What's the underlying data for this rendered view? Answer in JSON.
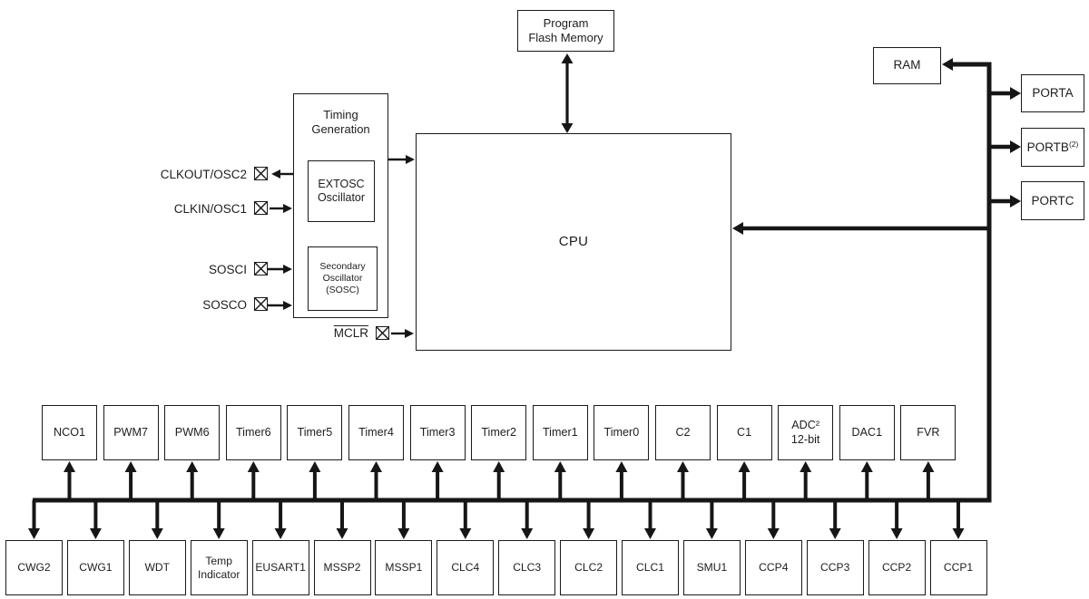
{
  "blocks": {
    "program_flash_memory": {
      "label": "Program Flash Memory",
      "lines": [
        "Program",
        "Flash Memory"
      ]
    },
    "timing_generation": {
      "label": "Timing Generation",
      "lines": [
        "Timing",
        "Generation"
      ]
    },
    "extosc_oscillator": {
      "label": "EXTOSC Oscillator",
      "lines": [
        "EXTOSC",
        "Oscillator"
      ]
    },
    "secondary_oscillator": {
      "label": "Secondary Oscillator (SOSC)",
      "lines": [
        "Secondary",
        "Oscillator",
        "(SOSC)"
      ]
    },
    "cpu": {
      "label": "CPU"
    },
    "ram": {
      "label": "RAM"
    }
  },
  "ports": [
    {
      "label": "PORTA",
      "sup": ""
    },
    {
      "label": "PORTB",
      "sup": "(2)"
    },
    {
      "label": "PORTC",
      "sup": ""
    }
  ],
  "pins": [
    {
      "label": "CLKOUT/OSC2"
    },
    {
      "label": "CLKIN/OSC1"
    },
    {
      "label": "SOSCI"
    },
    {
      "label": "SOSCO"
    },
    {
      "label": "MCLR",
      "overline": true
    }
  ],
  "peripherals": {
    "middle": [
      {
        "label": "NCO1"
      },
      {
        "label": "PWM7"
      },
      {
        "label": "PWM6"
      },
      {
        "label": "Timer6"
      },
      {
        "label": "Timer5"
      },
      {
        "label": "Timer4"
      },
      {
        "label": "Timer3"
      },
      {
        "label": "Timer2"
      },
      {
        "label": "Timer1"
      },
      {
        "label": "Timer0"
      },
      {
        "label": "C2"
      },
      {
        "label": "C1"
      },
      {
        "label": "ADC² 12-bit",
        "lines": [
          "ADC²",
          "12-bit"
        ]
      },
      {
        "label": "DAC1"
      },
      {
        "label": "FVR"
      }
    ],
    "bottom": [
      {
        "label": "CWG2"
      },
      {
        "label": "CWG1"
      },
      {
        "label": "WDT"
      },
      {
        "label": "Temp Indicator",
        "lines": [
          "Temp",
          "Indicator"
        ]
      },
      {
        "label": "EUSART1"
      },
      {
        "label": "MSSP2"
      },
      {
        "label": "MSSP1"
      },
      {
        "label": "CLC4"
      },
      {
        "label": "CLC3"
      },
      {
        "label": "CLC2"
      },
      {
        "label": "CLC1"
      },
      {
        "label": "SMU1"
      },
      {
        "label": "CCP4"
      },
      {
        "label": "CCP3"
      },
      {
        "label": "CCP2"
      },
      {
        "label": "CCP1"
      }
    ]
  }
}
